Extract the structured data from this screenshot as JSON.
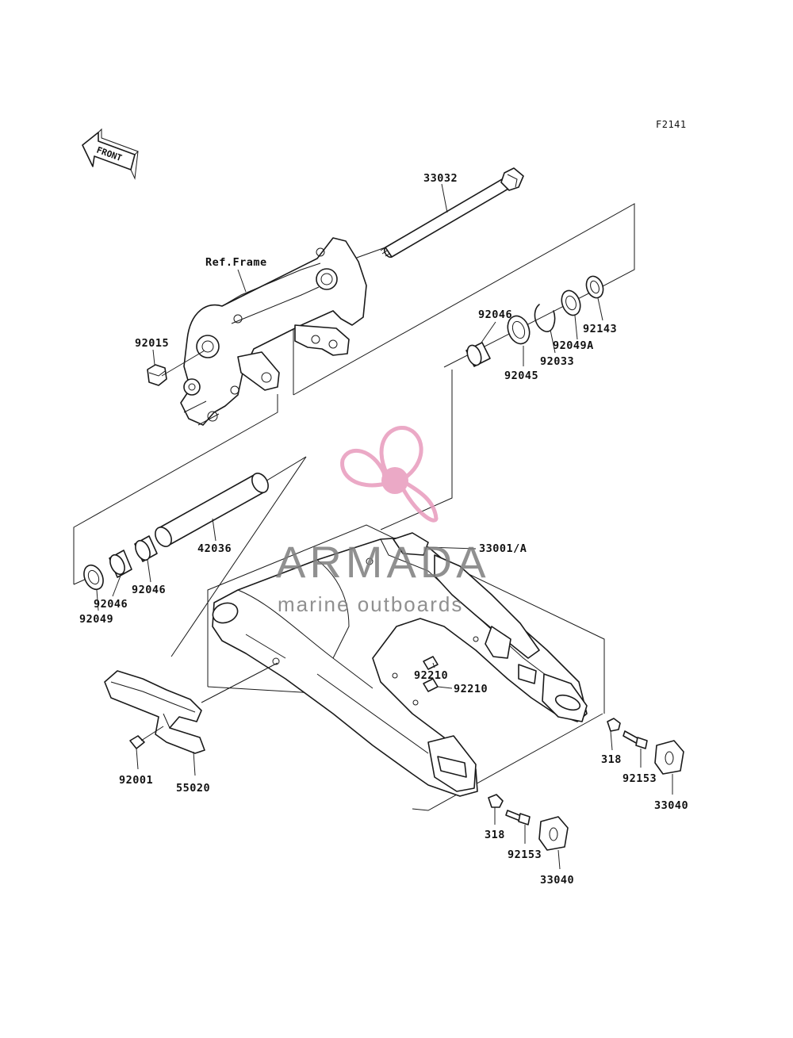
{
  "figure_code": "F2141",
  "front_label": "FRONT",
  "ref_frame_label": "Ref.Frame",
  "parts": {
    "p33032": "33032",
    "p92046_top": "92046",
    "p92143": "92143",
    "p92049A": "92049A",
    "p92033": "92033",
    "p92045": "92045",
    "p92015": "92015",
    "p42036": "42036",
    "p92046_a": "92046",
    "p92046_b": "92046",
    "p92049": "92049",
    "p33001A": "33001/A",
    "p92210_a": "92210",
    "p92210_b": "92210",
    "p92001": "92001",
    "p55020": "55020",
    "p318_right": "318",
    "p92153_right": "92153",
    "p33040_right": "33040",
    "p318_bottom": "318",
    "p92153_bottom": "92153",
    "p33040_bottom": "33040"
  },
  "watermark": {
    "brand": "ARMADA",
    "tagline": "marine outboards",
    "color_primary": "#7d7d7d",
    "color_accent": "#e89bbd"
  }
}
